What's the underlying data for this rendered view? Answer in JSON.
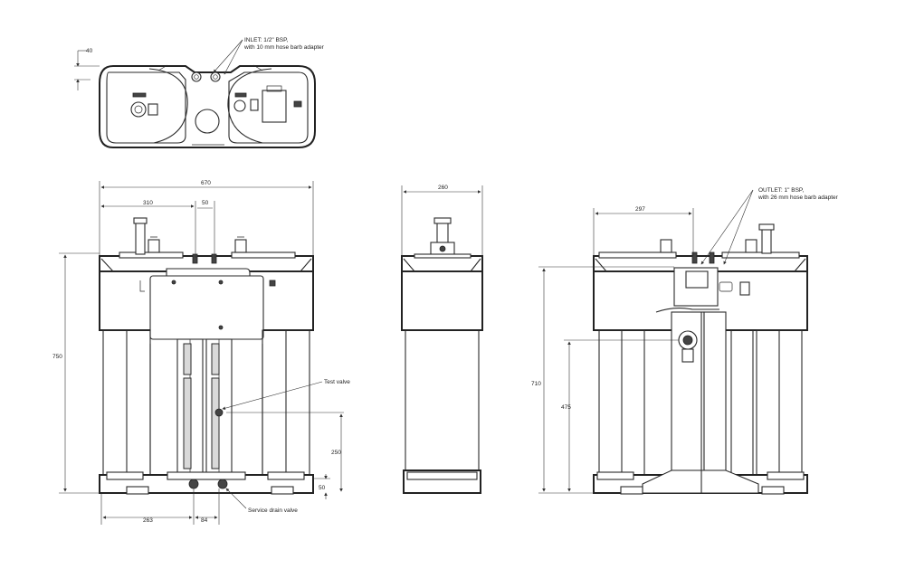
{
  "dimensions": {
    "top_offset": "40",
    "front_width": "670",
    "front_left": "310",
    "front_gap": "50",
    "front_height": "750",
    "test_valve_height": "250",
    "drain_height": "50",
    "bottom_left": "263",
    "bottom_gap": "84",
    "side_width": "260",
    "rear_width": "297",
    "rear_height": "710",
    "rear_outlet_height": "475"
  },
  "callouts": {
    "inlet_line1": "INLET: 1/2\" BSP,",
    "inlet_line2": "with 10 mm hose barb adapter",
    "outlet_line1": "OUTLET: 1\" BSP,",
    "outlet_line2": "with 26 mm hose barb adapter",
    "test_valve": "Test valve",
    "service_drain": "Service drain valve"
  }
}
